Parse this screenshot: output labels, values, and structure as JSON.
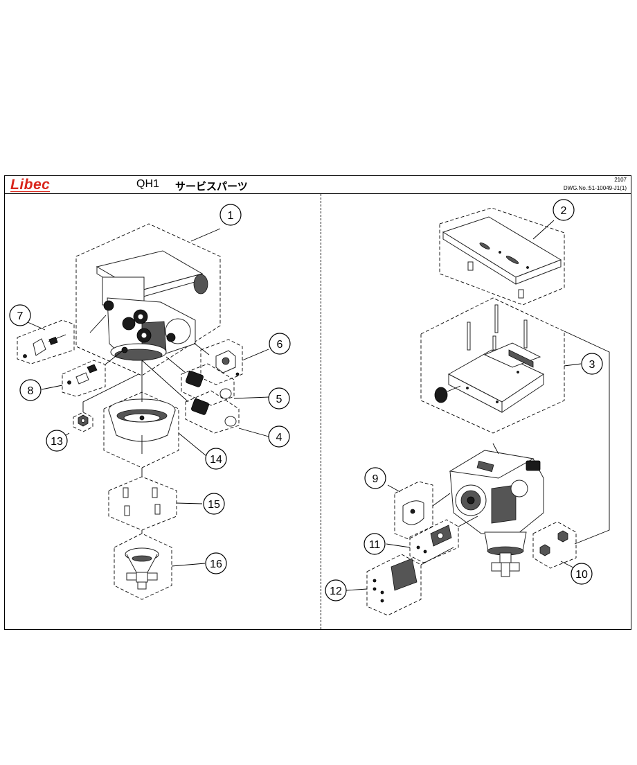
{
  "header": {
    "brand": "Libec",
    "model": "QH1",
    "title": "サービスパーツ",
    "revision": "2107",
    "drawing_number": "DWG.No.:51-10049-J1(1)"
  },
  "callouts": {
    "c1": "1",
    "c2": "2",
    "c3": "3",
    "c4": "4",
    "c5": "5",
    "c6": "6",
    "c7": "7",
    "c8": "8",
    "c9": "9",
    "c10": "10",
    "c11": "11",
    "c12": "12",
    "c13": "13",
    "c14": "14",
    "c15": "15",
    "c16": "16"
  },
  "colors": {
    "brand": "#d9261c",
    "line": "#000000"
  }
}
